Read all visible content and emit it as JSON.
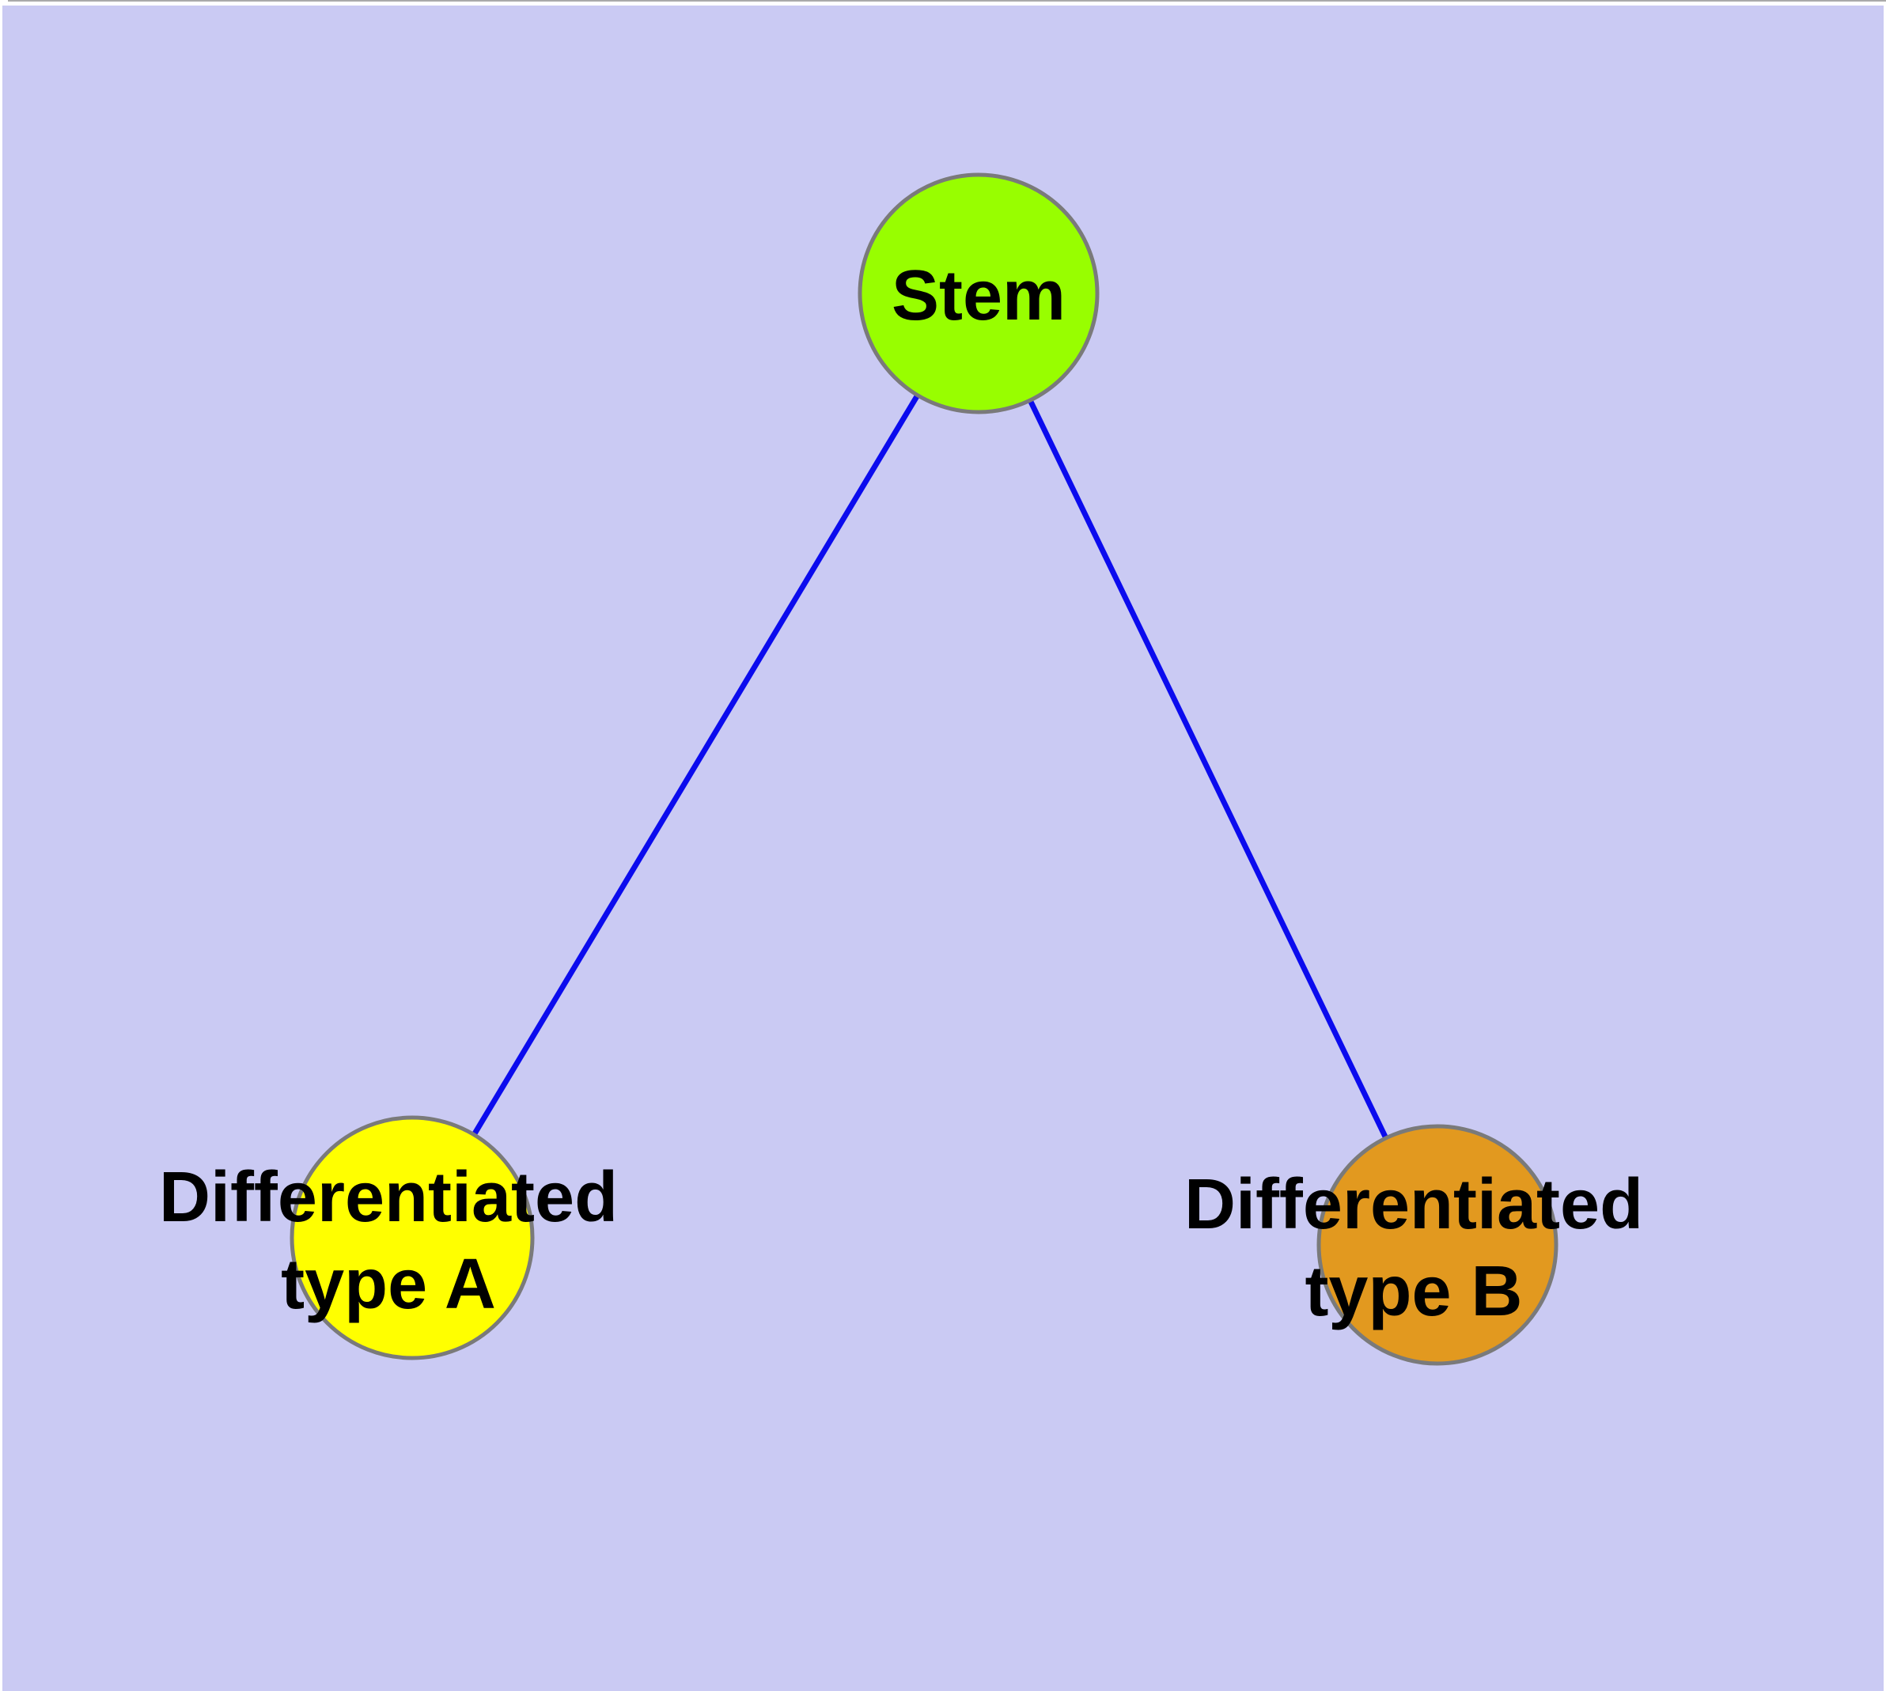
{
  "diagram": {
    "type": "graph",
    "background_color": "#cacaf3",
    "page_margin_color": "#ffffff",
    "top_hairline_color": "#aaaaaa",
    "edge_color": "#0b0bee",
    "node_border_color": "#7a7a7a",
    "label_color": "#000000",
    "nodes": [
      {
        "id": "stem",
        "label": "Stem",
        "lines": [
          "Stem"
        ],
        "color": "#98fe00"
      },
      {
        "id": "differentiated-type-a",
        "label": "Differentiated type A",
        "lines": [
          "Differentiated",
          "type A"
        ],
        "color": "#ffff00"
      },
      {
        "id": "differentiated-type-b",
        "label": "Differentiated type B",
        "lines": [
          "Differentiated",
          "type B"
        ],
        "color": "#e2991f"
      }
    ],
    "edges": [
      {
        "from": "Stem",
        "to": "Differentiated type A"
      },
      {
        "from": "Stem",
        "to": "Differentiated type B"
      }
    ]
  }
}
